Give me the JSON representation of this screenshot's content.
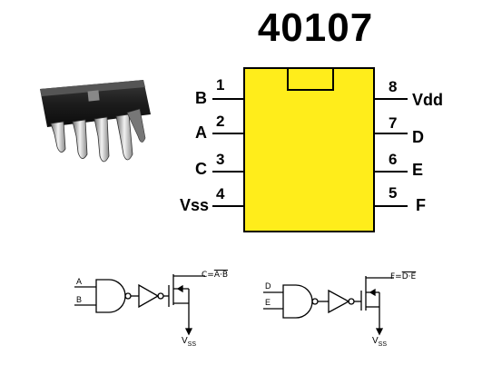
{
  "title": "40107",
  "pins_left": [
    {
      "num": "1",
      "label": "B"
    },
    {
      "num": "2",
      "label": "A"
    },
    {
      "num": "3",
      "label": "C"
    },
    {
      "num": "4",
      "label": "Vss"
    }
  ],
  "pins_right": [
    {
      "num": "8",
      "label": "Vdd"
    },
    {
      "num": "7",
      "label": "D"
    },
    {
      "num": "6",
      "label": "E"
    },
    {
      "num": "5",
      "label": "F"
    }
  ],
  "gate1": {
    "in_a": "A",
    "in_b": "B",
    "eq_lhs": "C=",
    "eq_rhs": "A·B",
    "supply": "V",
    "supply_sub": "SS"
  },
  "gate2": {
    "in_a": "D",
    "in_b": "E",
    "eq_lhs": "F=",
    "eq_rhs": "D·E",
    "supply": "V",
    "supply_sub": "SS"
  }
}
